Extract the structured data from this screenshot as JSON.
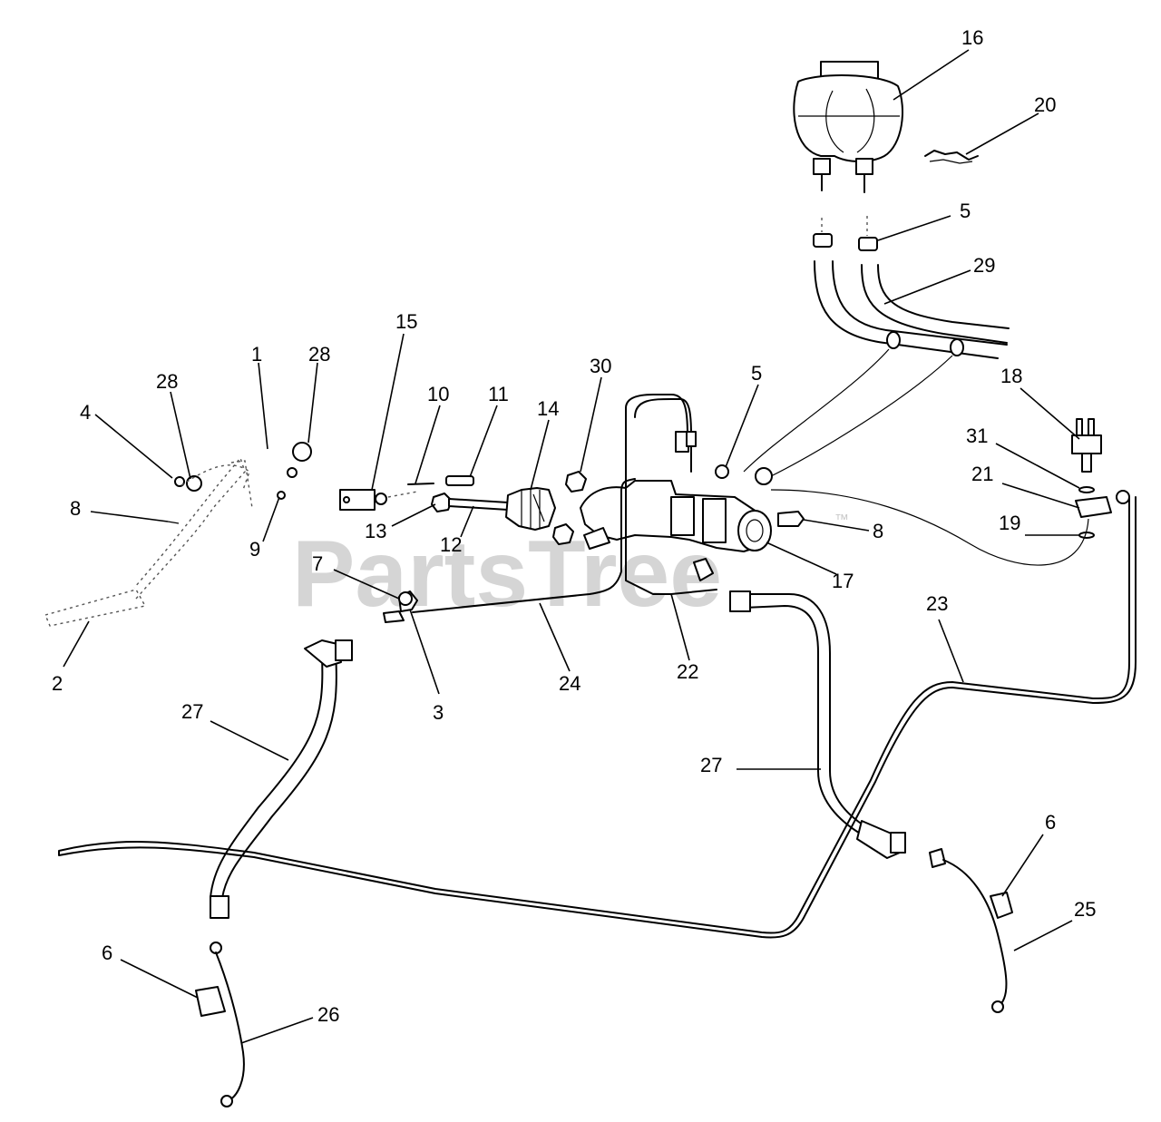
{
  "watermark": {
    "text": "PartsTree",
    "tm": "™"
  },
  "callouts": [
    {
      "key": "c16",
      "label": "16"
    },
    {
      "key": "c20",
      "label": "20"
    },
    {
      "key": "c5a",
      "label": "5"
    },
    {
      "key": "c29",
      "label": "29"
    },
    {
      "key": "c15",
      "label": "15"
    },
    {
      "key": "c1",
      "label": "1"
    },
    {
      "key": "c28a",
      "label": "28"
    },
    {
      "key": "c28b",
      "label": "28"
    },
    {
      "key": "c30",
      "label": "30"
    },
    {
      "key": "c10",
      "label": "10"
    },
    {
      "key": "c11",
      "label": "11"
    },
    {
      "key": "c14",
      "label": "14"
    },
    {
      "key": "c5b",
      "label": "5"
    },
    {
      "key": "c18",
      "label": "18"
    },
    {
      "key": "c4",
      "label": "4"
    },
    {
      "key": "c31",
      "label": "31"
    },
    {
      "key": "c21",
      "label": "21"
    },
    {
      "key": "c8a",
      "label": "8"
    },
    {
      "key": "c9",
      "label": "9"
    },
    {
      "key": "c13",
      "label": "13"
    },
    {
      "key": "c12",
      "label": "12"
    },
    {
      "key": "c8b",
      "label": "8"
    },
    {
      "key": "c19",
      "label": "19"
    },
    {
      "key": "c7",
      "label": "7"
    },
    {
      "key": "c17",
      "label": "17"
    },
    {
      "key": "c23",
      "label": "23"
    },
    {
      "key": "c2",
      "label": "2"
    },
    {
      "key": "c22",
      "label": "22"
    },
    {
      "key": "c24",
      "label": "24"
    },
    {
      "key": "c3",
      "label": "3"
    },
    {
      "key": "c27a",
      "label": "27"
    },
    {
      "key": "c27b",
      "label": "27"
    },
    {
      "key": "c6a",
      "label": "6"
    },
    {
      "key": "c25",
      "label": "25"
    },
    {
      "key": "c6b",
      "label": "6"
    },
    {
      "key": "c26",
      "label": "26"
    }
  ]
}
